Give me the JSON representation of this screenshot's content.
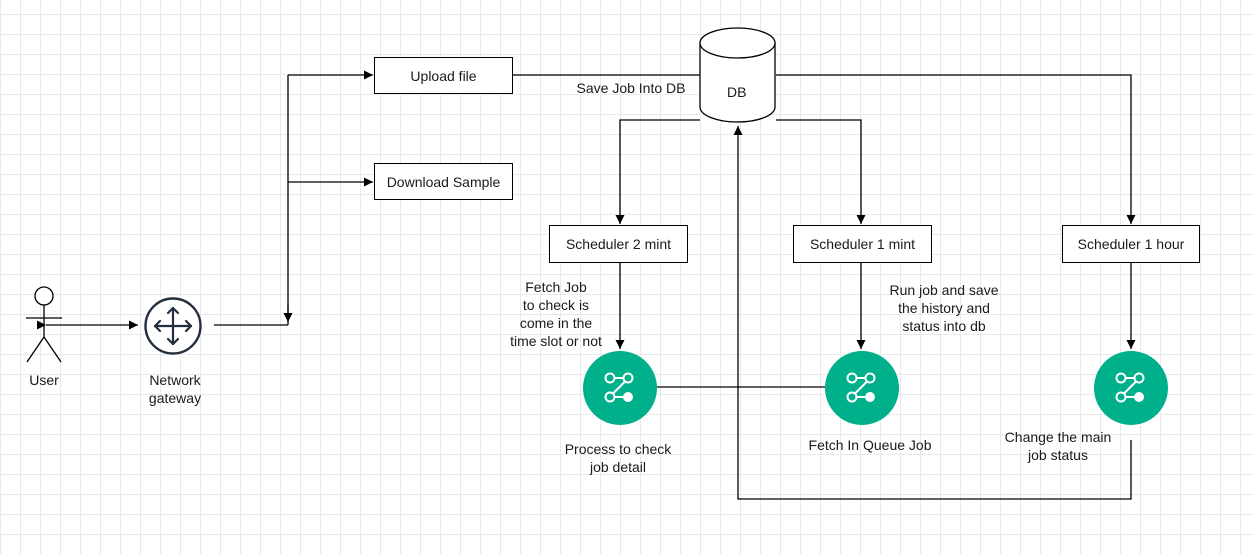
{
  "labels": {
    "user": "User",
    "gateway": "Network\ngateway",
    "upload": "Upload file",
    "download": "Download Sample",
    "save_job": "Save Job Into DB",
    "db": "DB",
    "sched_2": "Scheduler 2 mint",
    "sched_1": "Scheduler 1 mint",
    "sched_h": "Scheduler 1 hour",
    "fetch_job": "Fetch Job\nto check is\ncome in the\ntime slot or not",
    "run_job": "Run job and save\nthe history and\nstatus into db",
    "process": "Process to check\n job detail",
    "fetch_queue": "Fetch In Queue Job",
    "change_status": "Change the main\njob status"
  },
  "icons": {
    "user": "stick-figure-icon",
    "gateway": "router-arrows-icon",
    "db": "database-cylinder-icon",
    "process": "workflow-node-icon"
  },
  "colors": {
    "process_fill": "#00b08a",
    "gateway_stroke": "#232f3e",
    "grid": "#e9e9e9"
  }
}
